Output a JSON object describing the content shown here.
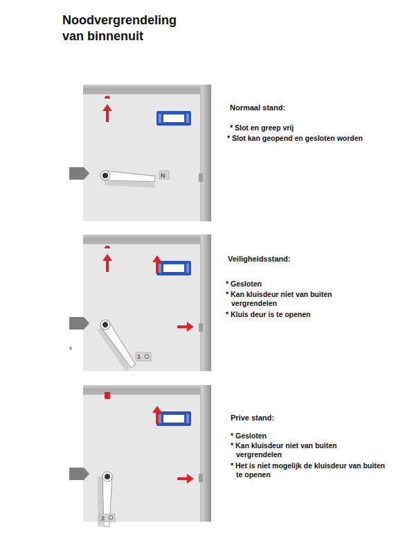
{
  "diagram": {
    "title": "Noodvergrendeling van binnenuit",
    "labels": [
      "Normaal stand:",
      "* Slot en greep vrij",
      "* Slot kan geopend en gesloten worden",
      "N",
      "Veiligheidsstand:",
      "* Gesloten",
      "* Kan kluisdeur niet van buiten vergrendelen",
      "* Kluis deur is te openen",
      "1",
      "Prive stand:",
      "* Gesloten",
      "* Kan kluisdeur niet van buiten vergrendelen",
      "* Het is niet mogelijk de kluisdeur van buiten te openen",
      "2",
      "s"
    ]
  }
}
